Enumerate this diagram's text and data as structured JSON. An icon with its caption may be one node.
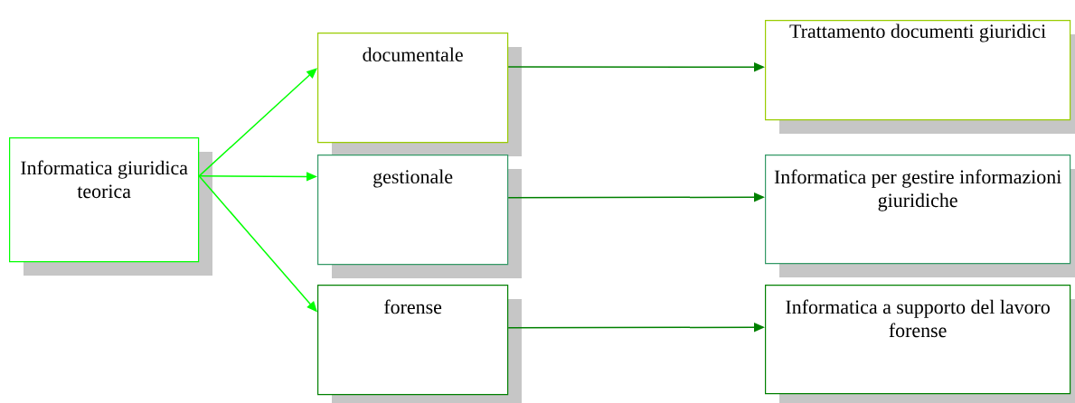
{
  "diagram": {
    "nodes": [
      {
        "text": [
          "Informatica giuridica teorica"
        ]
      },
      {
        "text": [
          "documentale"
        ]
      },
      {
        "text": [
          "gestionale"
        ]
      },
      {
        "text": [
          "forense"
        ]
      },
      {
        "text": [
          "Trattamento documenti giuridici"
        ]
      },
      {
        "text": [
          "Informatica per gestire informazioni giuridiche"
        ]
      },
      {
        "text": [
          "Informatica a supporto del lavoro forense"
        ]
      }
    ],
    "edges": [
      {
        "from": 0,
        "to": 1,
        "arrow": "to",
        "color": "#00ff00"
      },
      {
        "from": 0,
        "to": 2,
        "arrow": "to",
        "color": "#00ff00"
      },
      {
        "from": 0,
        "to": 3,
        "arrow": "to",
        "color": "#00ff00"
      },
      {
        "from": 1,
        "to": 4,
        "arrow": "to",
        "color": "#008000"
      },
      {
        "from": 2,
        "to": 5,
        "arrow": "to",
        "color": "#008000"
      },
      {
        "from": 3,
        "to": 6,
        "arrow": "to",
        "color": "#008000"
      }
    ]
  }
}
